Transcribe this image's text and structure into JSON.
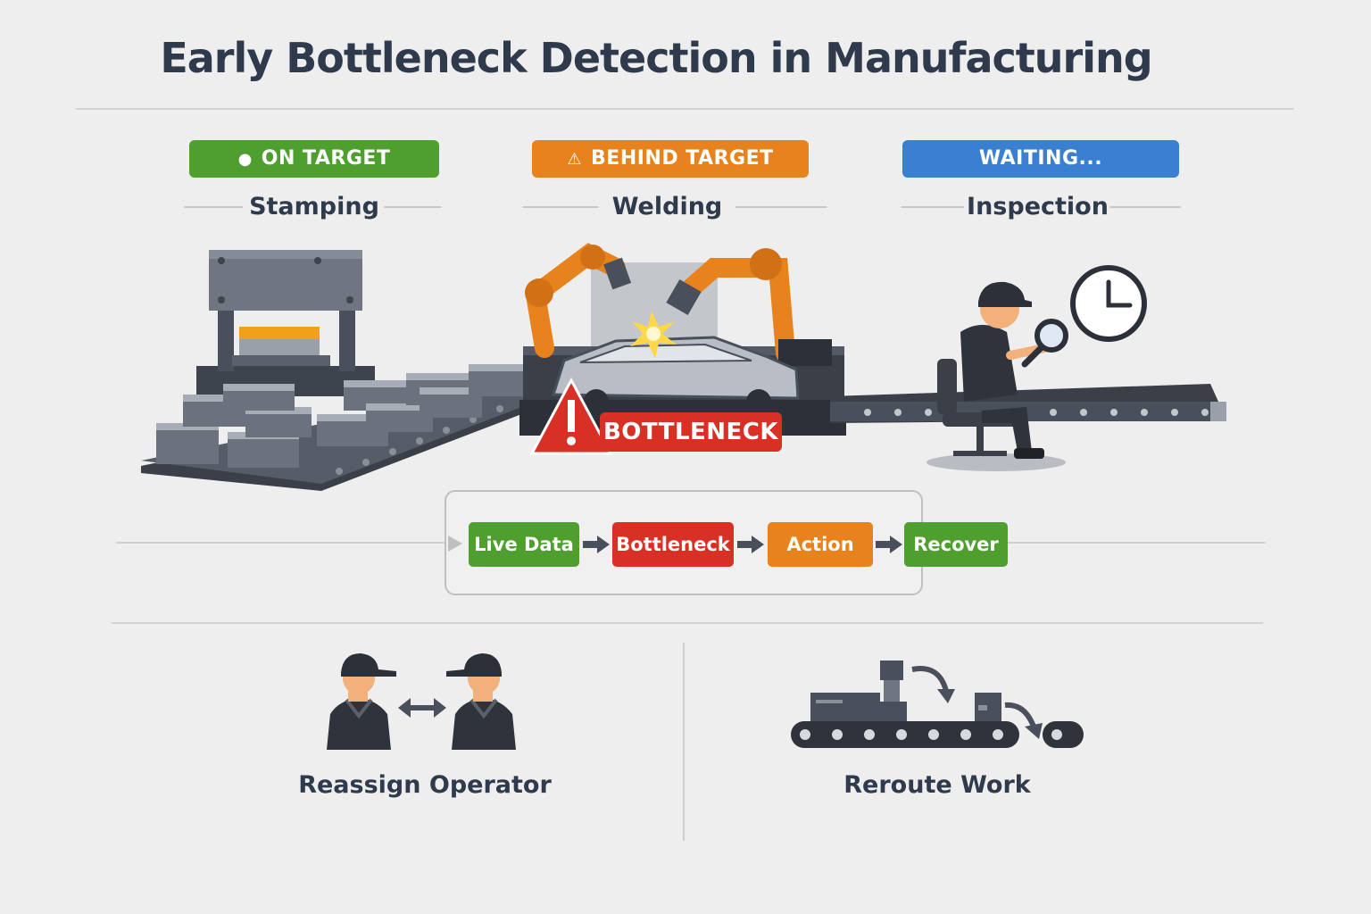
{
  "title": "Early Bottleneck Detection in Manufacturing",
  "stages": [
    {
      "name": "Stamping",
      "status": "ON TARGET",
      "status_glyph": "●",
      "color": "#4f9f2f"
    },
    {
      "name": "Welding",
      "status": "BEHIND TARGET",
      "status_glyph": "⚠",
      "color": "#e8821c"
    },
    {
      "name": "Inspection",
      "status": "WAITING...",
      "status_glyph": "",
      "color": "#3a7fd0"
    }
  ],
  "bottleneck_label": "BOTTLENECK",
  "bottleneck_color": "#d93025",
  "flow_steps": [
    {
      "label": "Live Data",
      "color": "#4f9f2f"
    },
    {
      "label": "Bottleneck",
      "color": "#d93025"
    },
    {
      "label": "Action",
      "color": "#e8821c"
    },
    {
      "label": "Recover",
      "color": "#4f9f2f"
    }
  ],
  "actions": [
    {
      "label": "Reassign Operator",
      "icon": "swap-operators-icon"
    },
    {
      "label": "Reroute Work",
      "icon": "reroute-conveyor-icon"
    }
  ]
}
